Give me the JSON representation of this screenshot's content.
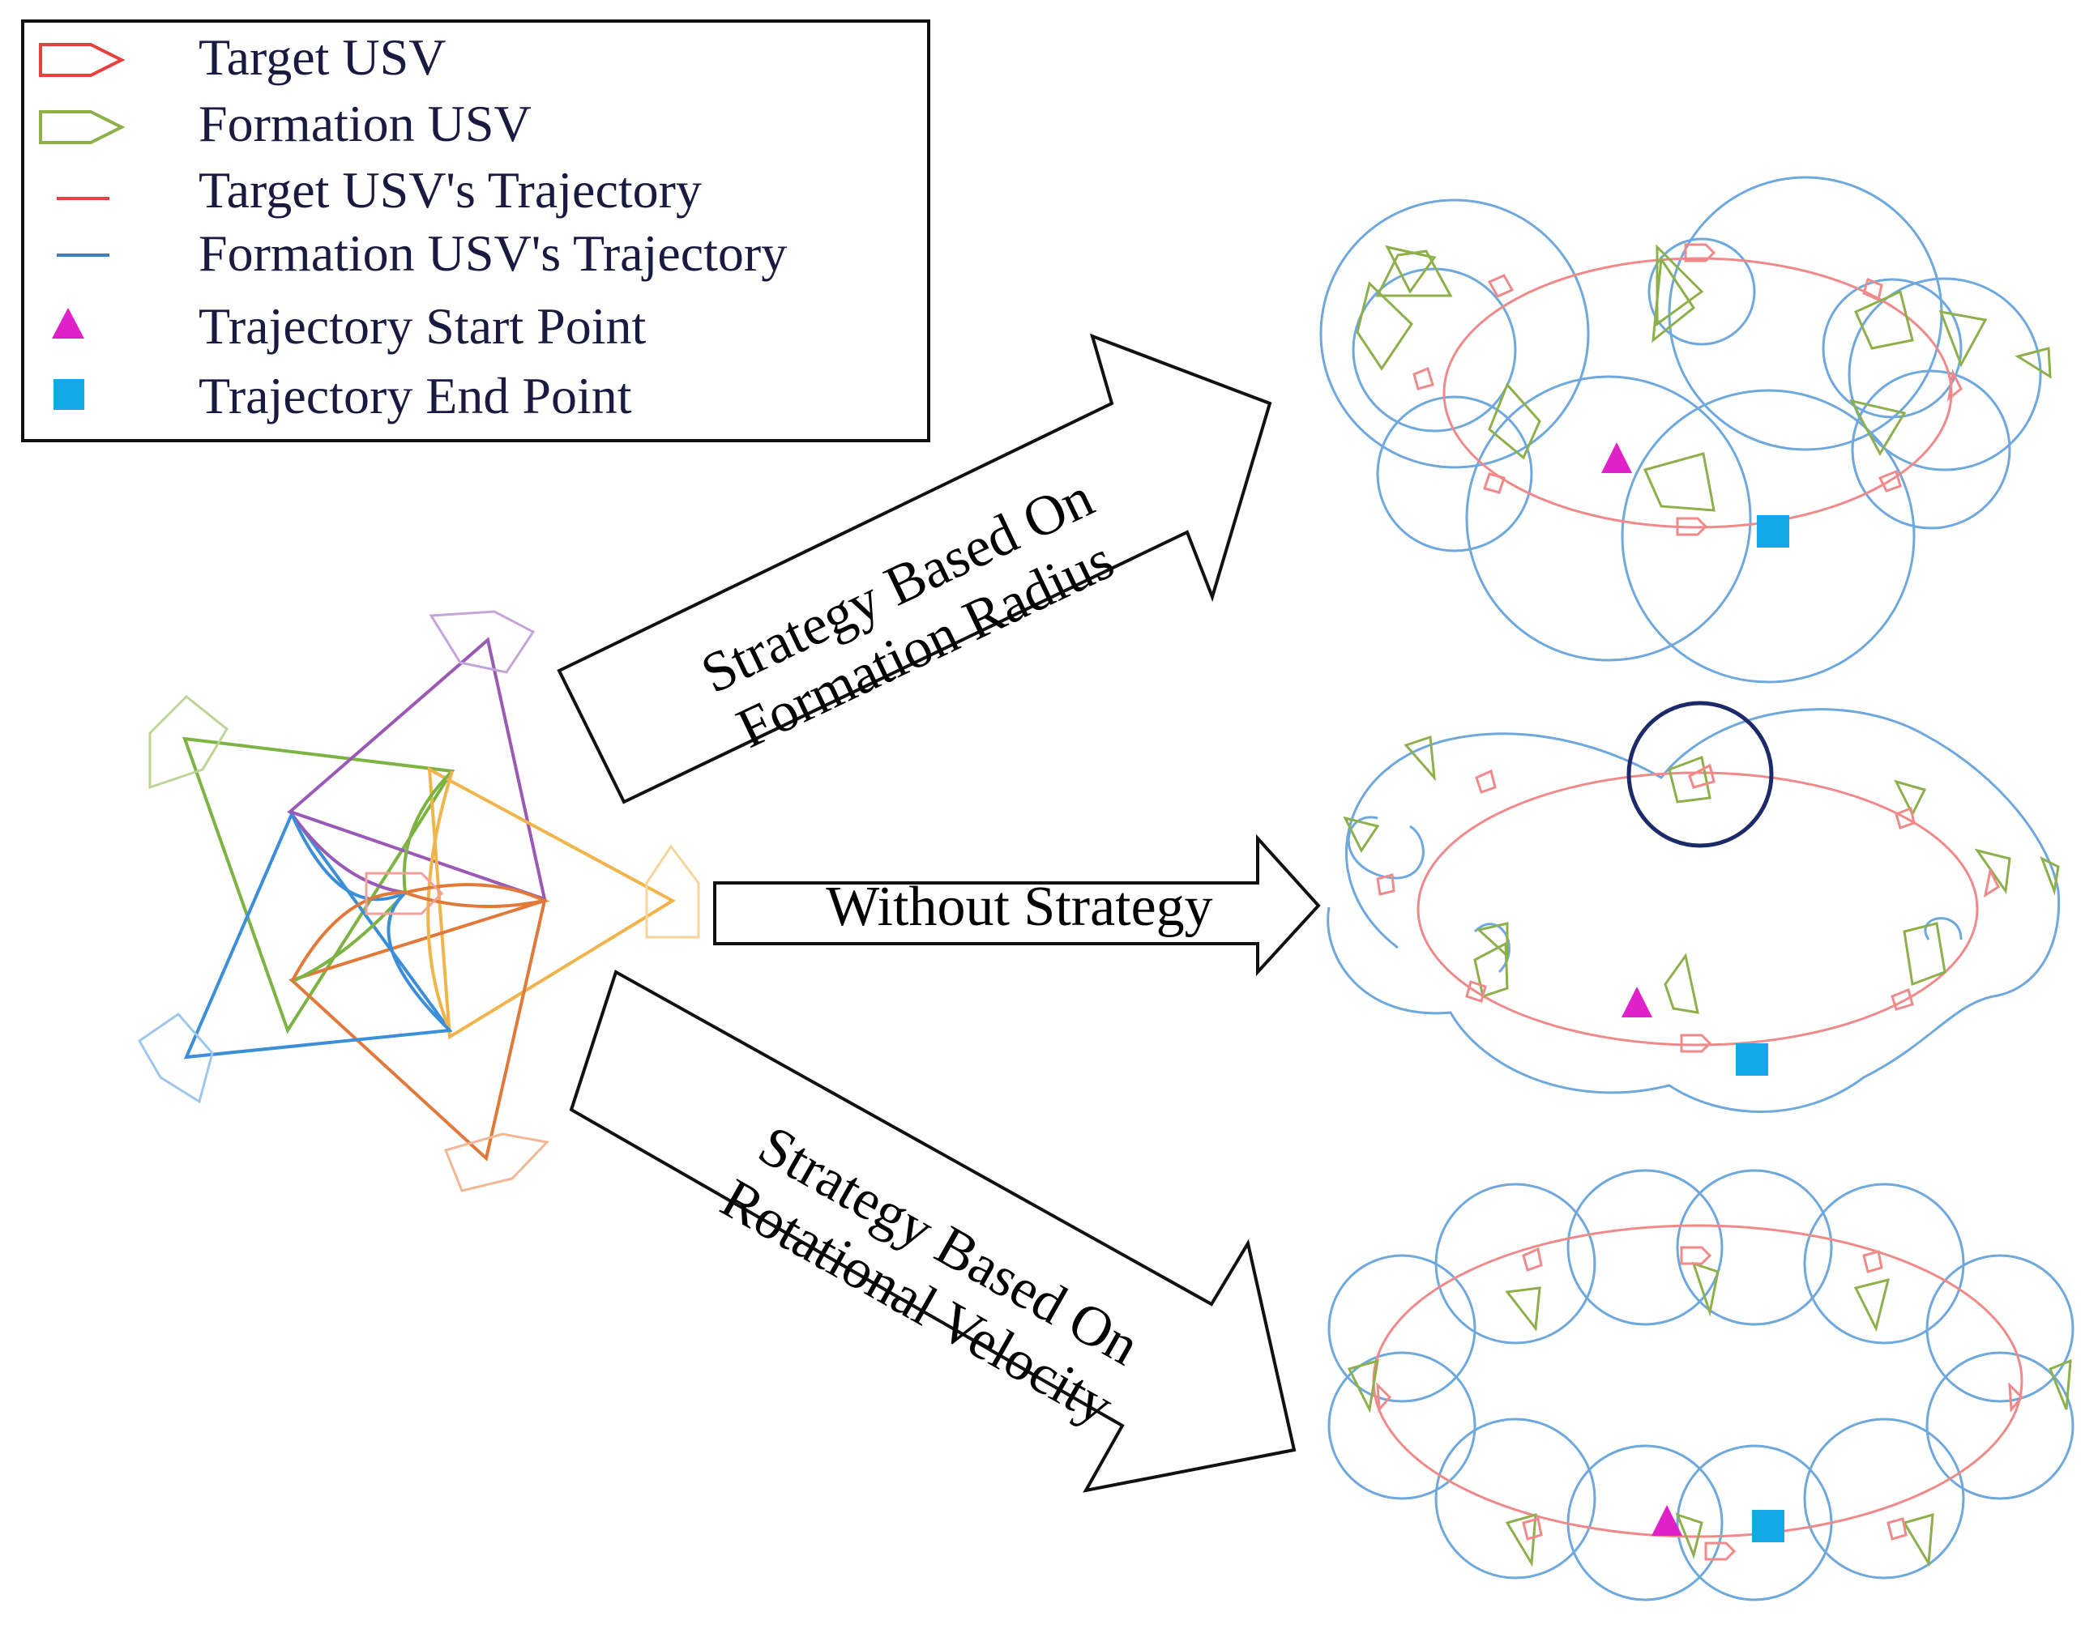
{
  "legend": {
    "items": [
      {
        "label": "Target USV",
        "icon": "red-pentagon-outline-icon",
        "color": "#e8403c"
      },
      {
        "label": "Formation USV",
        "icon": "green-pentagon-outline-icon",
        "color": "#8db04a"
      },
      {
        "label": "Target USV's Trajectory",
        "icon": "red-line-icon",
        "color": "#e8403c"
      },
      {
        "label": "Formation USV's Trajectory",
        "icon": "blue-line-icon",
        "color": "#3a7fc8"
      },
      {
        "label": "Trajectory Start Point",
        "icon": "magenta-triangle-icon",
        "color": "#e020c8"
      },
      {
        "label": "Trajectory End Point",
        "icon": "cyan-square-icon",
        "color": "#14a8e8"
      }
    ]
  },
  "arrows": {
    "top_label_line1": "Strategy Based On",
    "top_label_line2": "Formation Radius",
    "middle_label": "Without Strategy",
    "bottom_label_line1": "Strategy Based On",
    "bottom_label_line2": "Rotational Velocity"
  },
  "colors": {
    "target": "#e8403c",
    "formation": "#8db04a",
    "formation_traj": "#3a7fc8",
    "start": "#e020c8",
    "end": "#14a8e8",
    "highlight_ring": "#1c2a6a",
    "formation_purple": "#9b59b6",
    "formation_orange": "#e07a3a",
    "formation_yellow": "#f0b44a",
    "formation_green": "#7cb342",
    "formation_blue": "#3a8fd8"
  }
}
